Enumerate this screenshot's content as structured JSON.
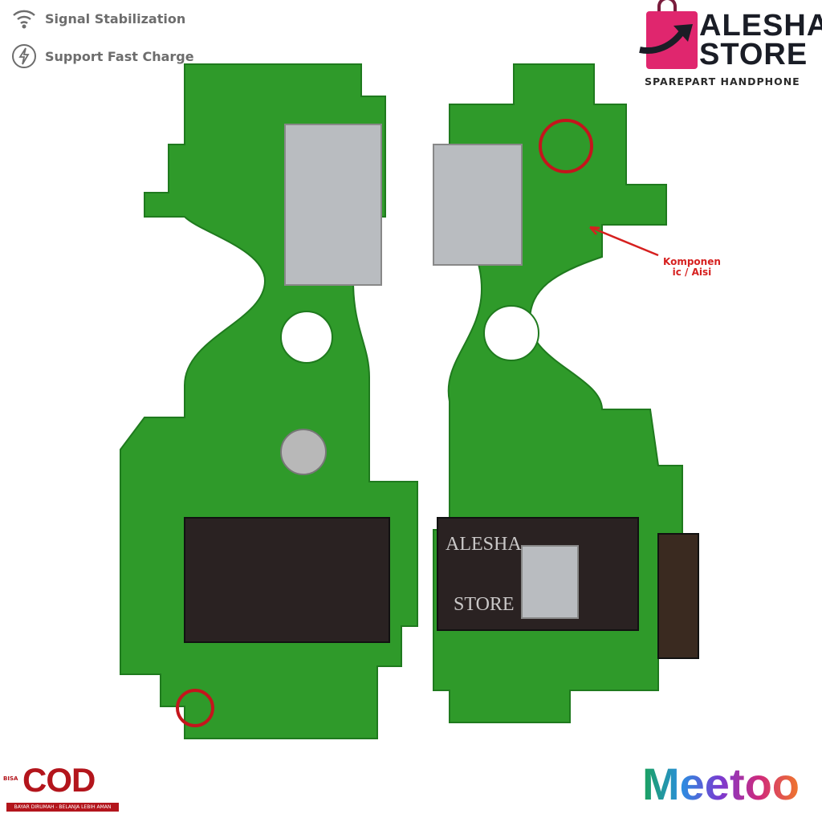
{
  "features": [
    {
      "icon": "wifi-icon",
      "label": "Signal Stabilization"
    },
    {
      "icon": "lightning-icon",
      "label": "Support Fast Charge"
    }
  ],
  "brand": {
    "name_line1": "ALESHA",
    "name_line2": "STORE",
    "tagline": "SPAREPART HANDPHONE",
    "color": "#e0266e"
  },
  "annotation": {
    "line1": "Komponen",
    "line2": "ic / Aisi",
    "color": "#d6201f"
  },
  "watermark": {
    "line1": "ALESHA",
    "line2": "STORE"
  },
  "cod": {
    "title": "COD",
    "badge": "BISA",
    "strip": "BAYAR DIRUMAH - BELANJA LEBIH AMAN"
  },
  "meetoo": {
    "name": "Meetoo"
  },
  "colors": {
    "pcb": "#2f9a2a",
    "pcb_dark": "#1f7a1e",
    "connector": "#2a2222"
  }
}
